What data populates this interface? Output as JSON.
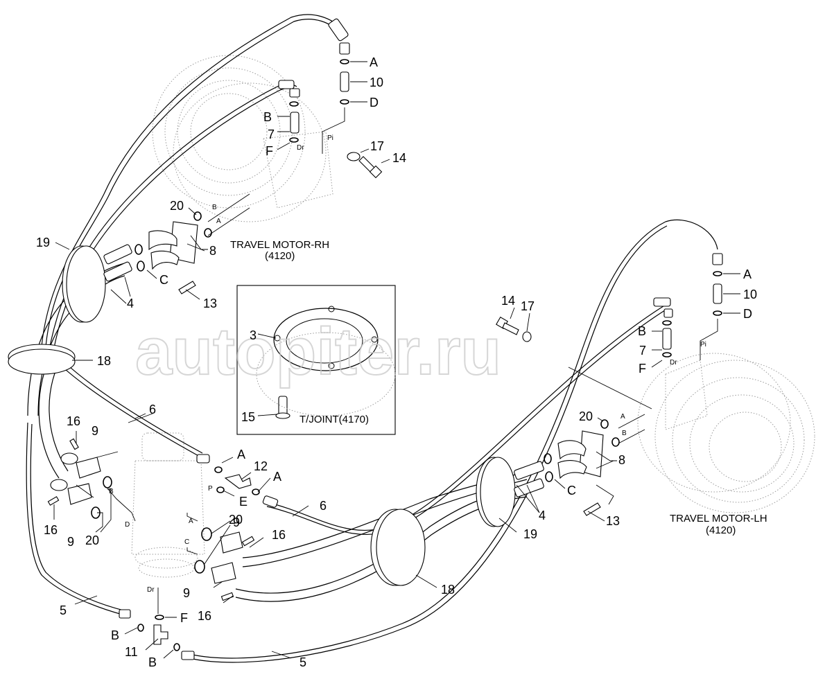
{
  "diagram": {
    "watermark": "autopiter.ru",
    "captions": {
      "motor_rh_name": "TRAVEL MOTOR-RH",
      "motor_rh_code": "(4120)",
      "motor_lh_name": "TRAVEL MOTOR-LH",
      "motor_lh_code": "(4120)",
      "tjoint": "T/JOINT(4170)"
    },
    "callouts": {
      "n3": "3",
      "n4a": "4",
      "n4b": "4",
      "n5a": "5",
      "n5b": "5",
      "n6a": "6",
      "n6b": "6",
      "n7a": "7",
      "n7b": "7",
      "n8a": "8",
      "n8b": "8",
      "n9a": "9",
      "n9b": "9",
      "n9c": "9",
      "n9d": "9",
      "n10a": "10",
      "n10b": "10",
      "n11": "11",
      "n12": "12",
      "n13a": "13",
      "n13b": "13",
      "n14a": "14",
      "n14b": "14",
      "n15": "15",
      "n16a": "16",
      "n16b": "16",
      "n16c": "16",
      "n16d": "16",
      "n17a": "17",
      "n17b": "17",
      "n18a": "18",
      "n18b": "18",
      "n19a": "19",
      "n19b": "19",
      "n20a": "20",
      "n20b": "20",
      "n20c": "20",
      "n20d": "20"
    },
    "letters": {
      "a1": "A",
      "a2": "A",
      "a3": "A",
      "a4": "A",
      "b1": "B",
      "b2": "B",
      "b3": "B",
      "b4": "B",
      "c1": "C",
      "c2": "C",
      "d1": "D",
      "d2": "D",
      "e1": "E",
      "f1": "F",
      "f2": "F",
      "f3": "F"
    },
    "port_labels": {
      "pi_rh": "Pi",
      "dr_rh": "Dr",
      "b_rh": "B",
      "a_rh": "A",
      "pi_lh": "Pi",
      "dr_lh": "Dr",
      "a_lh": "A",
      "b_lh": "B",
      "b_mid": "B",
      "d_mid": "D",
      "p_tj": "P",
      "a_tj": "A",
      "c_tj": "C",
      "dr_tj": "Dr"
    }
  }
}
